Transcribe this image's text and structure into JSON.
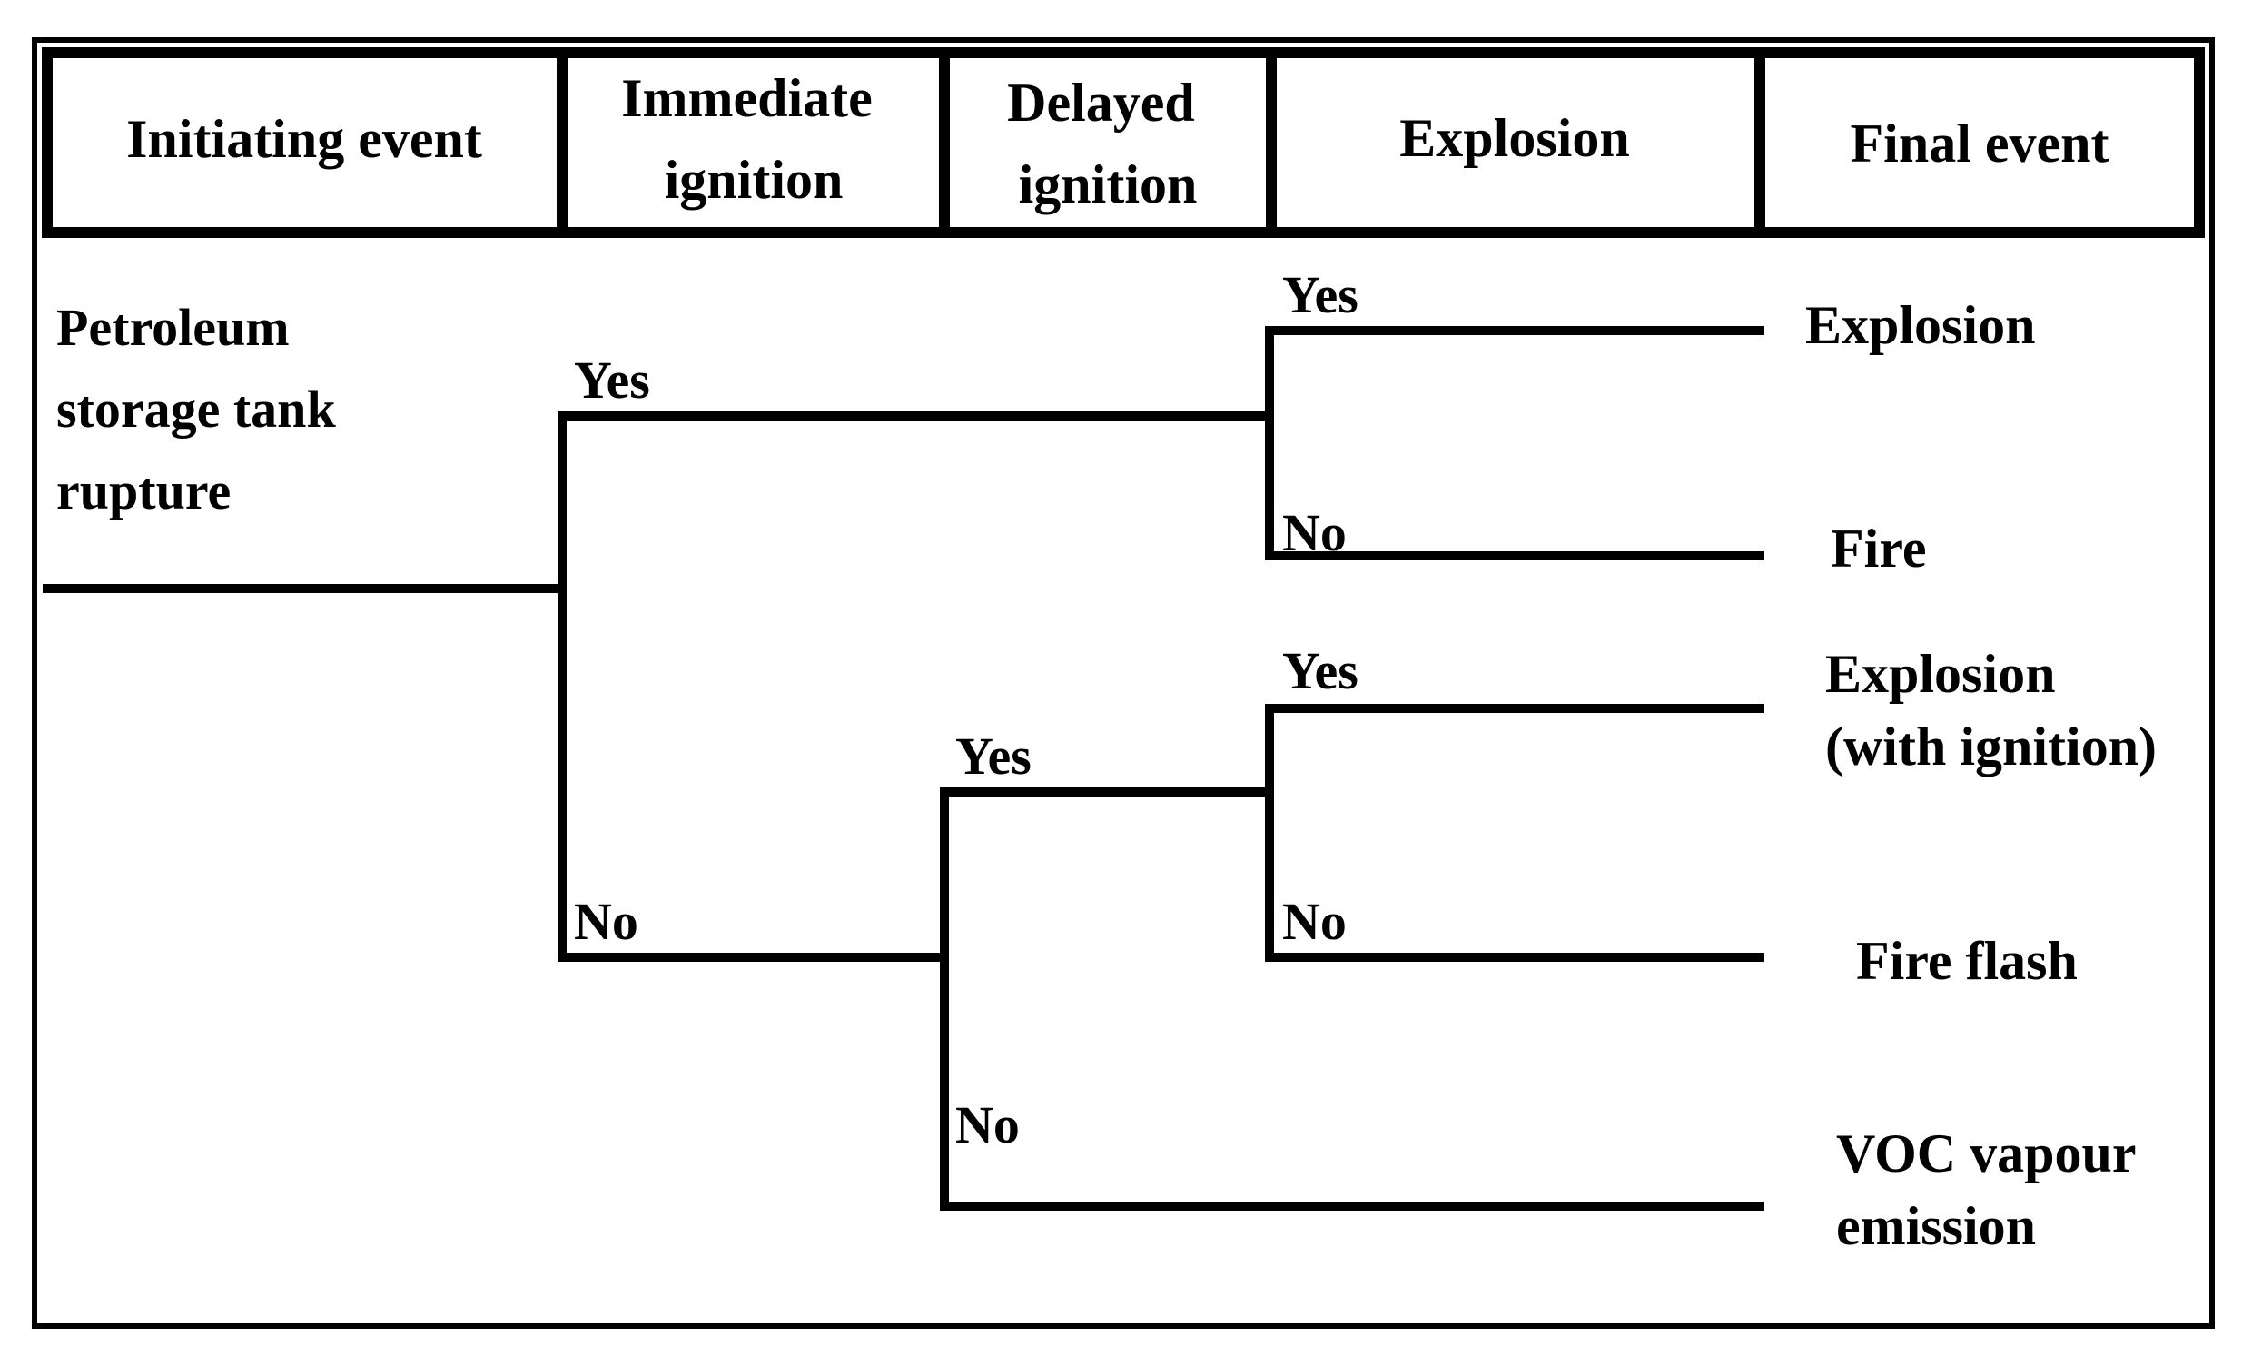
{
  "headers": {
    "initiating": [
      "Initiating event"
    ],
    "immediate": [
      "Immediate",
      "ignition"
    ],
    "delayed": [
      "Delayed",
      "ignition"
    ],
    "explosion": [
      "Explosion"
    ],
    "final": [
      "Final event"
    ]
  },
  "initiating_event": [
    "Petroleum",
    "storage tank",
    "rupture"
  ],
  "branch_labels": {
    "immediate_yes": "Yes",
    "immediate_no": "No",
    "explosion_yes_1": "Yes",
    "explosion_no_1": "No",
    "delayed_yes": "Yes",
    "delayed_no": "No",
    "explosion_yes_2": "Yes",
    "explosion_no_2": "No"
  },
  "outcomes": {
    "o1": [
      "Explosion"
    ],
    "o2": [
      "Fire"
    ],
    "o3": [
      "Explosion",
      "(with ignition)"
    ],
    "o4": [
      "Fire flash"
    ],
    "o5": [
      "VOC vapour",
      "emission"
    ]
  },
  "colors": {
    "line": "#000000",
    "background": "#ffffff"
  }
}
